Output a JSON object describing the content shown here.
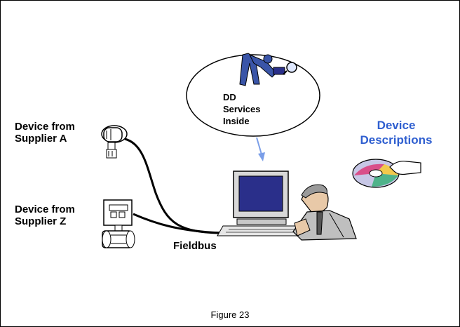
{
  "labels": {
    "supplier_a": [
      "Device from",
      "Supplier A"
    ],
    "supplier_z": [
      "Device from",
      "Supplier Z"
    ],
    "dd_services": [
      "DD",
      "Services",
      "Inside"
    ],
    "device_descriptions": [
      "Device",
      "Descriptions"
    ],
    "fieldbus": "Fieldbus",
    "caption": "Figure 23"
  },
  "colors": {
    "accent_blue": "#2f5fd0",
    "arrow_blue": "#7a9ee8",
    "monitor_screen": "#2a2f8a",
    "worker_body": "#3a55a8"
  }
}
